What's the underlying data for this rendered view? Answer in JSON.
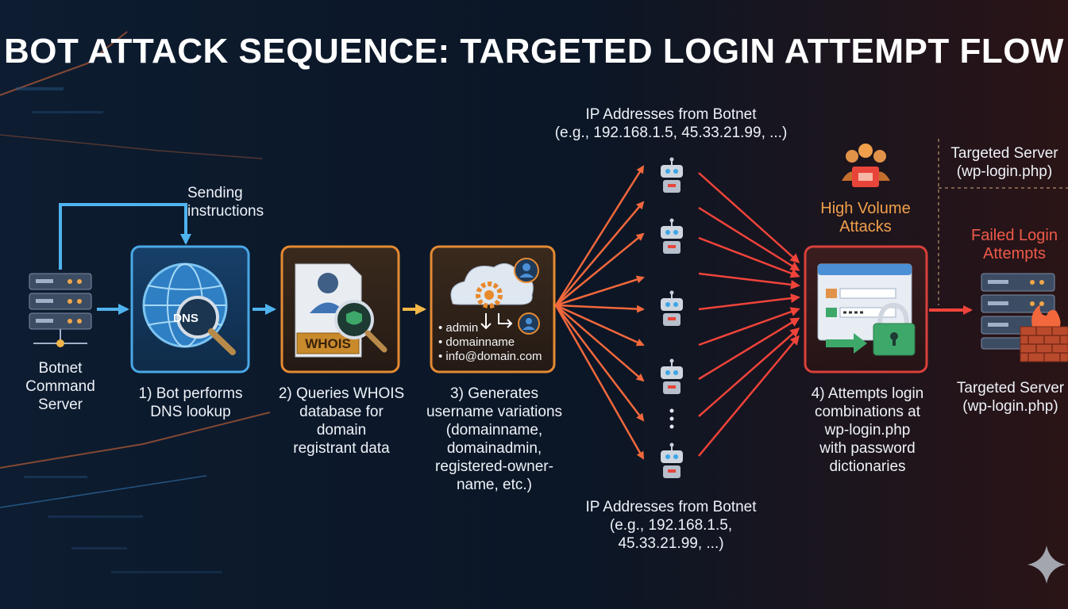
{
  "title": "BOT ATTACK SEQUENCE: TARGETED LOGIN ATTEMPT FLOW",
  "colors": {
    "accent_blue": "#3aa6e8",
    "accent_orange": "#e58a32",
    "accent_red": "#e8453a",
    "background": "#0b1524"
  },
  "nodes": {
    "command_server": {
      "label": "Botnet\nCommand\nServer",
      "icon": "server-icon"
    },
    "sending_instructions": "Sending\ninstructions",
    "step1": {
      "label": "1) Bot performs\nDNS lookup",
      "icon_text": "DNS",
      "icon": "globe-magnifier-icon"
    },
    "step2": {
      "label": "2) Queries WHOIS\ndatabase for\ndomain\nregistrant data",
      "icon_text": "WHOIS",
      "icon": "document-user-icon"
    },
    "step3": {
      "label": "3) Generates\nusername variations\n(domainname,\ndomainadmin,\nregistered-owner-\nname, etc.)",
      "icon": "cloud-gear-icon",
      "list": [
        "• admin",
        "• domainname",
        "• info@domain.com"
      ]
    },
    "botnet_top": "IP Addresses from Botnet\n(e.g., 192.168.1.5, 45.33.21.99, ...)",
    "botnet_bottom": "IP Addresses from Botnet\n(e.g., 192.168.1.5,\n45.33.21.99, ...)",
    "high_volume": "High Volume\nAttacks",
    "step4": {
      "label": "4) Attempts login\ncombinations at\nwp-login.php\nwith password\ndictionaries",
      "icon": "login-lock-icon"
    },
    "target_top": "Targeted Server\n(wp-login.php)",
    "failed_login": "Failed Login\nAttempts",
    "target_bottom": "Targeted Server\n(wp-login.php)"
  }
}
